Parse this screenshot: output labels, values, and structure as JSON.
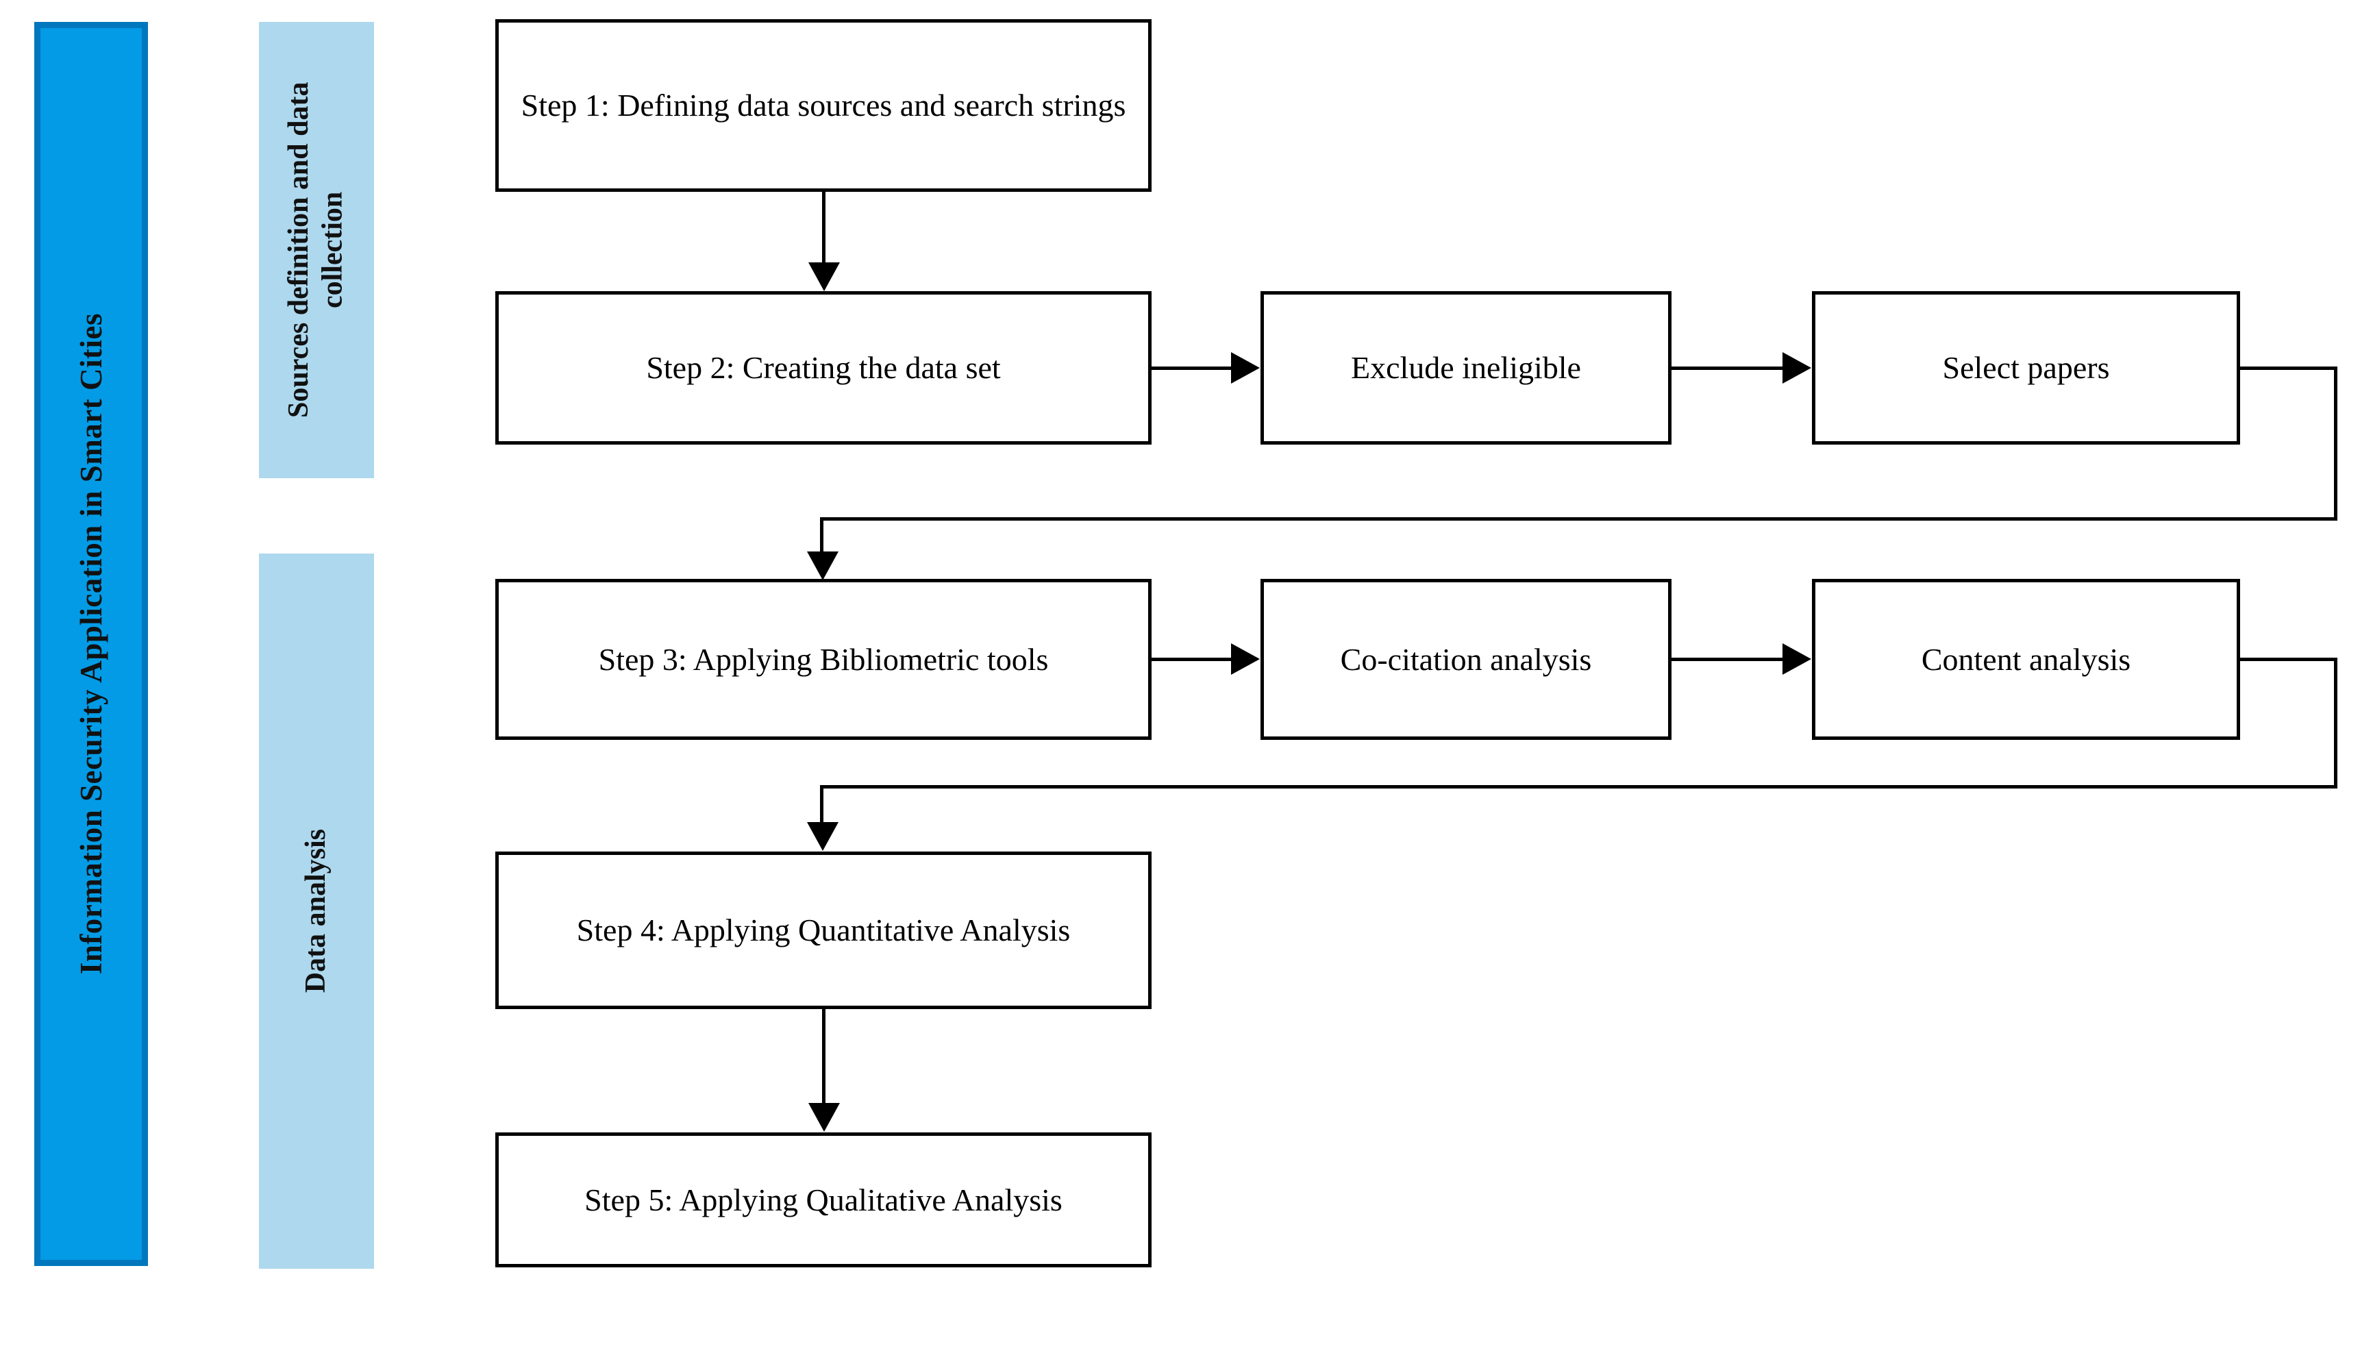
{
  "diagram": {
    "master_band": {
      "label": "Information Security Application in Smart Cities",
      "fill_color": "#039BE5",
      "border_color": "#0277BD"
    },
    "phases": [
      {
        "id": "phase-1",
        "label": "Sources definition and data collection",
        "fill_color": "#ADD8EE"
      },
      {
        "id": "phase-2",
        "label": "Data analysis",
        "fill_color": "#ADD8EE"
      }
    ],
    "nodes": [
      {
        "id": "step-1",
        "label": "Step 1: Defining data sources and search strings"
      },
      {
        "id": "step-2",
        "label": "Step 2: Creating the data set"
      },
      {
        "id": "exclude-ineligible",
        "label": "Exclude ineligible"
      },
      {
        "id": "select-papers",
        "label": "Select papers"
      },
      {
        "id": "step-3",
        "label": "Step 3: Applying Bibliometric tools"
      },
      {
        "id": "co-citation",
        "label": "Co-citation analysis"
      },
      {
        "id": "content-analysis",
        "label": "Content analysis"
      },
      {
        "id": "step-4",
        "label": "Step 4: Applying Quantitative Analysis"
      },
      {
        "id": "step-5",
        "label": "Step 5: Applying Qualitative Analysis"
      }
    ],
    "connectors": [
      {
        "id": "step1-to-step2",
        "from": "step-1",
        "to": "step-2",
        "kind": "straight-down"
      },
      {
        "id": "step2-to-exclude",
        "from": "step-2",
        "to": "exclude-ineligible",
        "kind": "straight-right"
      },
      {
        "id": "exclude-to-select",
        "from": "exclude-ineligible",
        "to": "select-papers",
        "kind": "straight-right"
      },
      {
        "id": "select-papers-to-step3",
        "from": "select-papers",
        "to": "step-3",
        "kind": "loop-back"
      },
      {
        "id": "step3-to-cocitation",
        "from": "step-3",
        "to": "co-citation",
        "kind": "straight-right"
      },
      {
        "id": "cocitation-to-content",
        "from": "co-citation",
        "to": "content-analysis",
        "kind": "straight-right"
      },
      {
        "id": "content-analysis-to-step4",
        "from": "content-analysis",
        "to": "step-4",
        "kind": "loop-back"
      },
      {
        "id": "step4-to-step5",
        "from": "step-4",
        "to": "step-5",
        "kind": "straight-down"
      }
    ],
    "line_color": "#000000"
  }
}
